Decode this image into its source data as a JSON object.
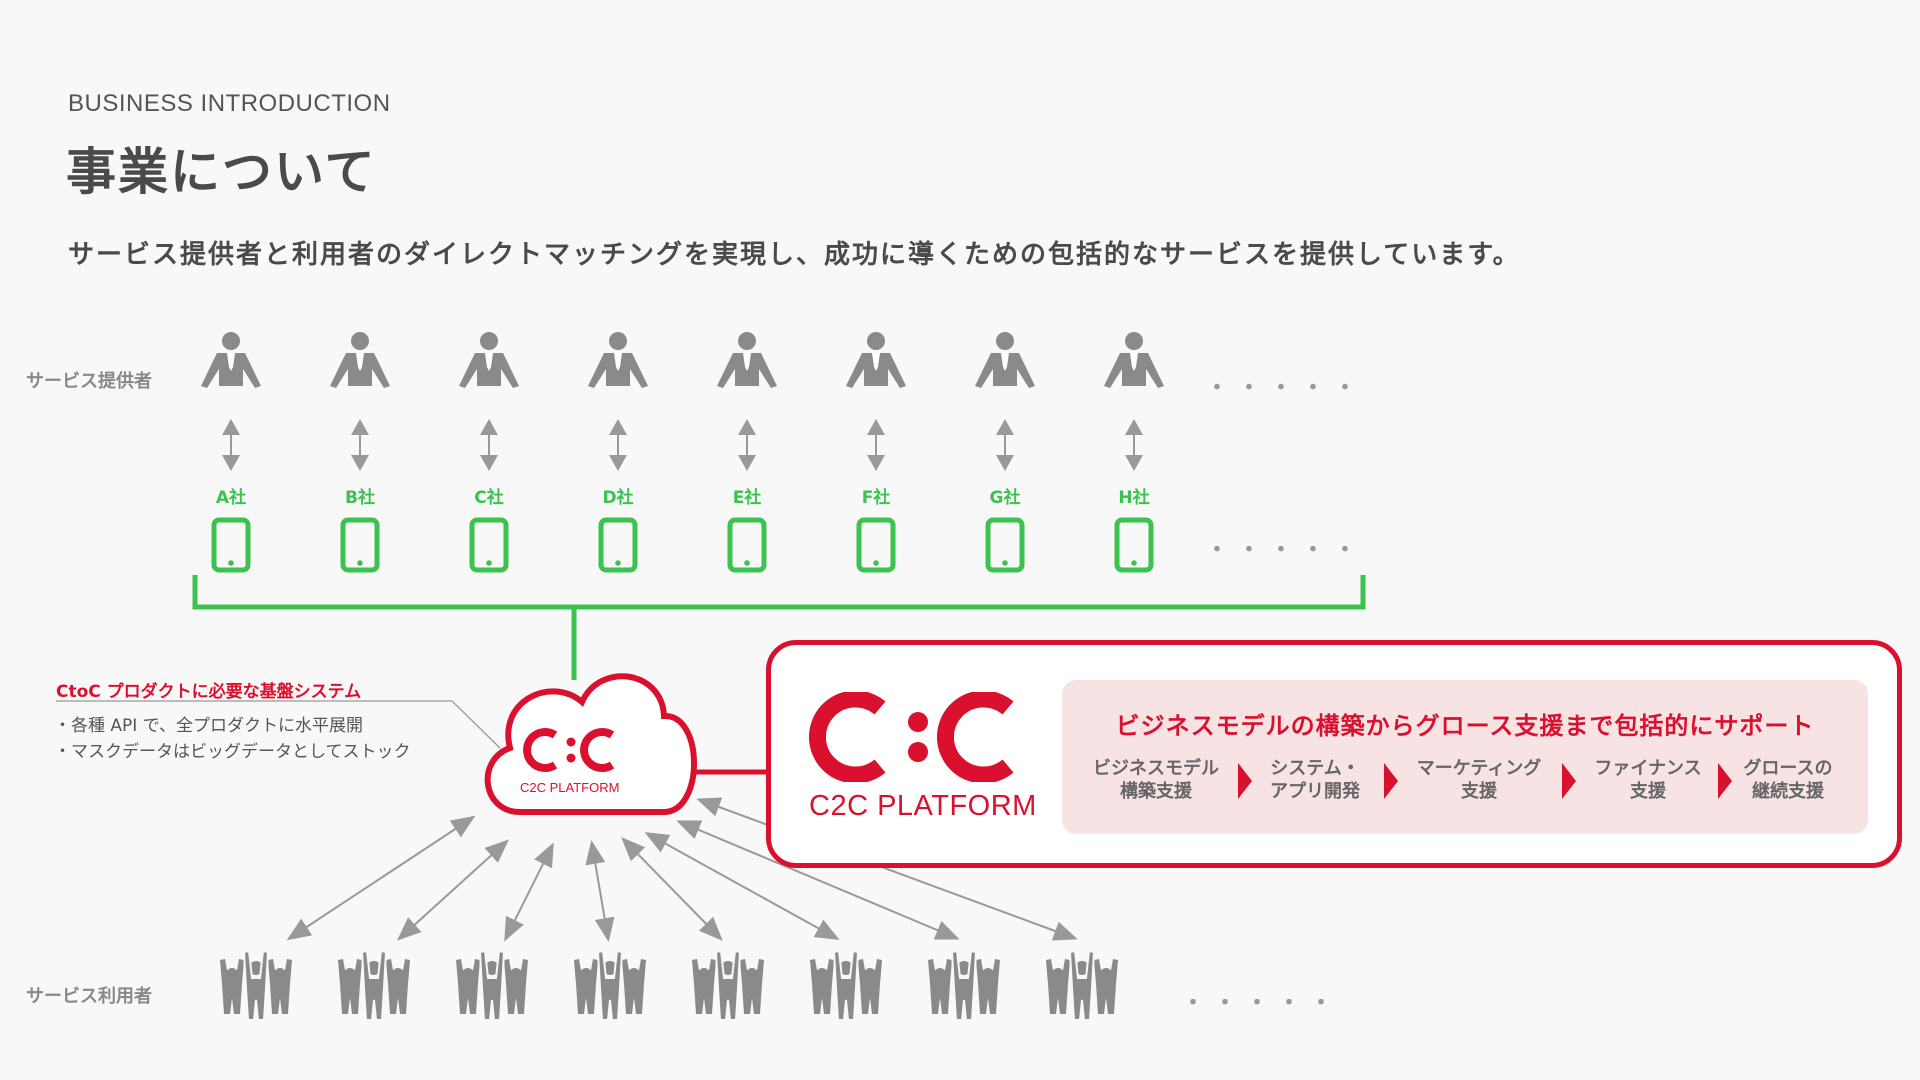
{
  "header": {
    "eyebrow": "BUSINESS INTRODUCTION",
    "title": "事業について",
    "lead": "サービス提供者と利用者のダイレクトマッチングを実現し、成功に導くための包括的なサービスを提供しています。"
  },
  "providers": {
    "label": "サービス提供者",
    "companies": [
      "A社",
      "B社",
      "C社",
      "D社",
      "E社",
      "F社",
      "G社",
      "H社"
    ],
    "more": "・・・・・"
  },
  "users": {
    "label": "サービス利用者",
    "more": "・・・・・"
  },
  "callout": {
    "title": "CtoC プロダクトに必要な基盤システム",
    "notes": [
      "・各種 API で、全プロダクトに水平展開",
      "・マスクデータはビッグデータとしてストック"
    ]
  },
  "platform": {
    "logo_mark": "C:C",
    "logo_text": "C2C PLATFORM",
    "support_title": "ビジネスモデルの構築からグロース支援まで包括的にサポート",
    "steps": [
      "ビジネスモデル\n構築支援",
      "システム・\nアプリ開発",
      "マーケティング\n支援",
      "ファイナンス\n支援",
      "グロースの\n継続支援"
    ]
  },
  "colors": {
    "accent_red": "#d9112f",
    "green": "#3cc24f",
    "gray_icon": "#8a8a8a",
    "pink_bg": "#f7e3e3"
  }
}
